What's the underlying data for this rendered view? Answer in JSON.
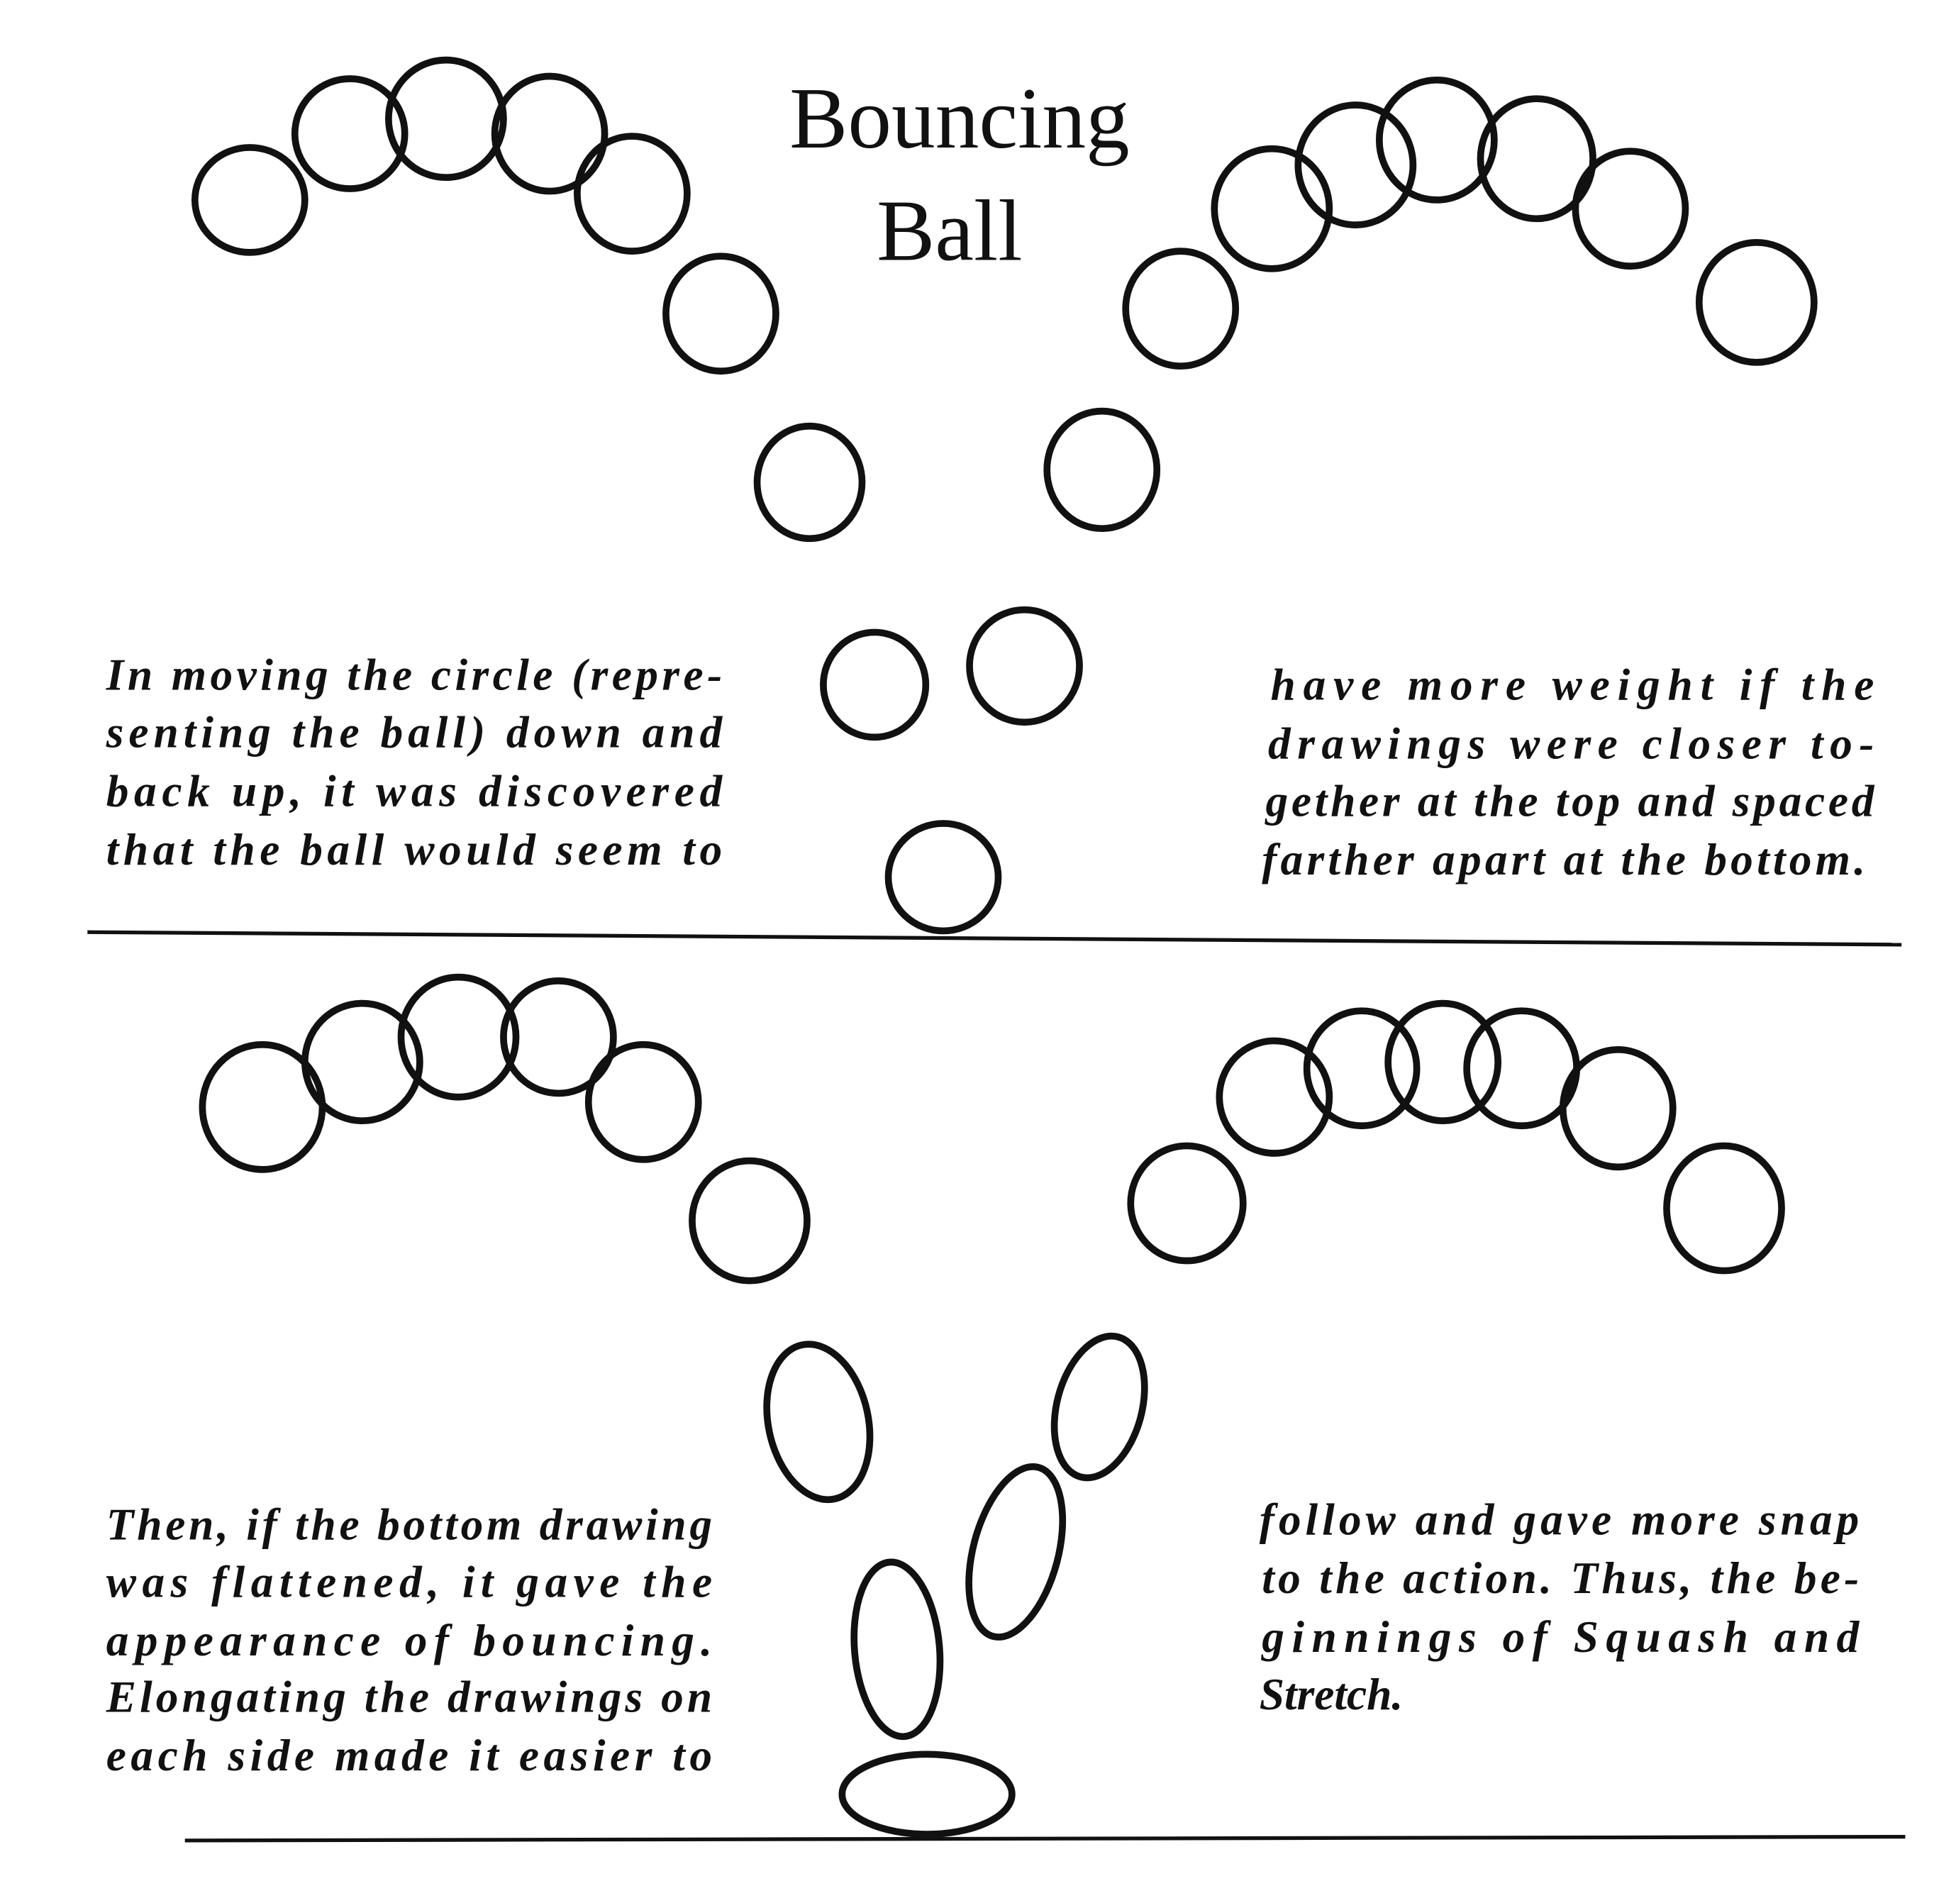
{
  "title": {
    "line1": "Bouncing",
    "line2": "Ball"
  },
  "top_panel": {
    "left_text": [
      "In moving the circle (repre-",
      "senting the ball) down and",
      "back up, it was discovered",
      "that the ball would seem to"
    ],
    "right_text": [
      "have more weight if the",
      "drawings were closer to-",
      "gether at the top and spaced",
      "farther apart at the bottom."
    ]
  },
  "bottom_panel": {
    "left_text": [
      "Then, if the bottom drawing",
      "was flattened, it gave the",
      "appearance of bouncing.",
      "Elongating the drawings on",
      "each side made it easier to"
    ],
    "right_text": [
      "follow and gave more snap",
      "to the action. Thus, the be-",
      "ginnings of Squash and",
      "Stretch."
    ]
  },
  "colors": {
    "ink": "#111111",
    "paper": "#ffffff"
  }
}
